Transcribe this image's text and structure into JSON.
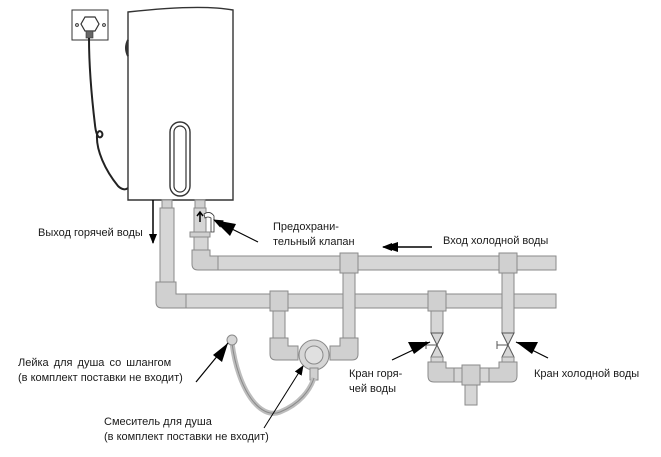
{
  "diagram": {
    "title": "Схема подключения водонагревателя",
    "colors": {
      "pipe_fill": "#d6d6d6",
      "pipe_stroke": "#8a8a8a",
      "outline": "#333333",
      "arrow": "#000000",
      "background": "#ffffff"
    },
    "labels": {
      "hot_water_outlet": "Выход горячей воды",
      "safety_valve_line1": "Предохрани-",
      "safety_valve_line2": "тельный клапан",
      "cold_water_inlet": "Вход холодной воды",
      "shower_head_line1": "Лейка для душа со шлангом",
      "shower_head_line2": "(в комплект поставки не входит)",
      "shower_mixer_line1": "Смеситель для душа",
      "shower_mixer_line2": "(в комплект поставки не входит)",
      "hot_tap_line1": "Кран горя-",
      "hot_tap_line2": "чей воды",
      "cold_tap": "Кран холодной воды"
    },
    "components": [
      {
        "name": "power-socket",
        "icon": "socket-icon"
      },
      {
        "name": "water-heater",
        "icon": "boiler-icon"
      },
      {
        "name": "power-cord",
        "icon": "cable-icon"
      },
      {
        "name": "safety-valve",
        "icon": "valve-icon"
      },
      {
        "name": "hot-water-pipe",
        "icon": "pipe-icon"
      },
      {
        "name": "cold-water-pipe",
        "icon": "pipe-icon"
      },
      {
        "name": "shower-mixer",
        "icon": "mixer-icon"
      },
      {
        "name": "shower-head",
        "icon": "shower-head-icon"
      },
      {
        "name": "hot-water-tap",
        "icon": "tap-icon"
      },
      {
        "name": "cold-water-tap",
        "icon": "tap-icon"
      }
    ]
  }
}
